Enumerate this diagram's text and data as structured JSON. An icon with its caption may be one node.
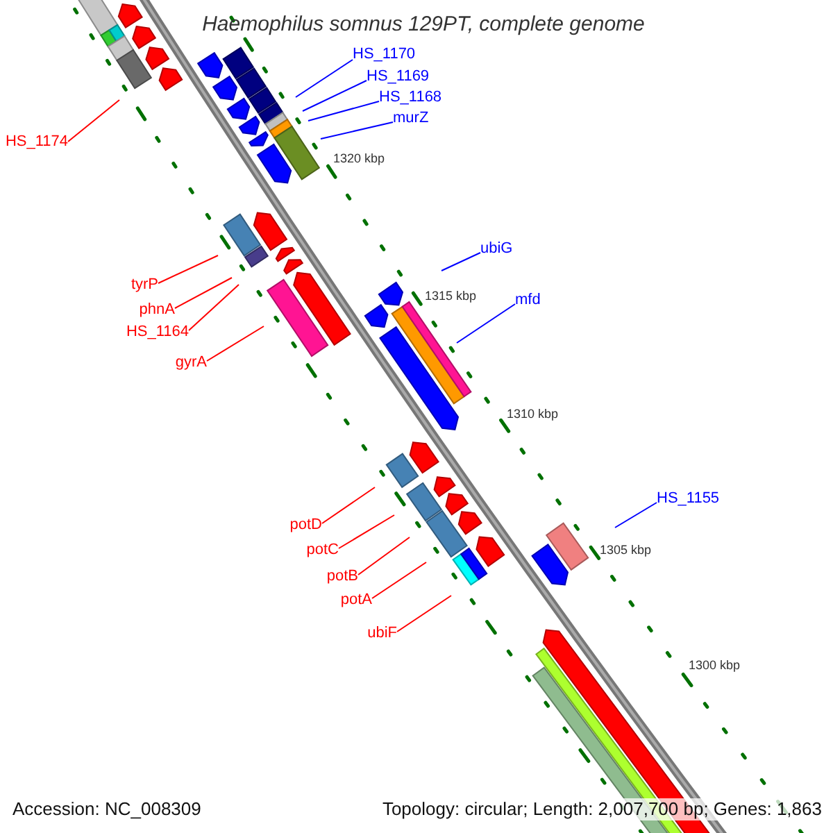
{
  "diagram": {
    "title": "Haemophilus somnus 129PT, complete genome",
    "nodes": [
      {
        "text": [
          "HS_1170"
        ]
      },
      {
        "text": [
          "HS_1169"
        ]
      },
      {
        "text": [
          "HS_1168"
        ]
      },
      {
        "text": [
          "murZ"
        ]
      },
      {
        "text": [
          "HS_1174"
        ]
      },
      {
        "text": [
          "ubiG"
        ]
      },
      {
        "text": [
          "tyrP"
        ]
      },
      {
        "text": [
          "mfd"
        ]
      },
      {
        "text": [
          "phnA"
        ]
      },
      {
        "text": [
          "HS_1164"
        ]
      },
      {
        "text": [
          "gyrA"
        ]
      },
      {
        "text": [
          "HS_1155"
        ]
      },
      {
        "text": [
          "potD"
        ]
      },
      {
        "text": [
          "potC"
        ]
      },
      {
        "text": [
          "potB"
        ]
      },
      {
        "text": [
          "potA"
        ]
      },
      {
        "text": [
          "ubiF"
        ]
      }
    ],
    "edges": [
      {
        "from": 0,
        "to": null,
        "arrow": "none",
        "color": "#0000ff"
      },
      {
        "from": 1,
        "to": null,
        "arrow": "none",
        "color": "#0000ff"
      },
      {
        "from": 2,
        "to": null,
        "arrow": "none",
        "color": "#0000ff"
      },
      {
        "from": 3,
        "to": null,
        "arrow": "none",
        "color": "#0000ff"
      },
      {
        "from": 4,
        "to": null,
        "arrow": "none"
      },
      {
        "from": 5,
        "to": null,
        "arrow": "none",
        "color": "#0000ff"
      },
      {
        "from": 6,
        "to": null,
        "arrow": "none"
      },
      {
        "from": 7,
        "to": null,
        "arrow": "none",
        "color": "#0000ff"
      },
      {
        "from": 8,
        "to": null,
        "arrow": "none"
      },
      {
        "from": 9,
        "to": null,
        "arrow": "none"
      },
      {
        "from": 10,
        "to": null,
        "arrow": "none"
      },
      {
        "from": 11,
        "to": null,
        "arrow": "none",
        "color": "#0000ff"
      },
      {
        "from": 12,
        "to": null,
        "arrow": "none"
      },
      {
        "from": 13,
        "to": null,
        "arrow": "none"
      },
      {
        "from": 14,
        "to": null,
        "arrow": "none"
      },
      {
        "from": 15,
        "to": null,
        "arrow": "none"
      },
      {
        "from": 16,
        "to": null,
        "arrow": "none"
      }
    ],
    "labels": [
      "1320 kbp",
      "1315 kbp",
      "1310 kbp",
      "1305 kbp",
      "1300 kbp",
      "Accession: NC_008309",
      "Topology: circular; Length: 2,007,700 bp; Genes: 1,863"
    ]
  }
}
